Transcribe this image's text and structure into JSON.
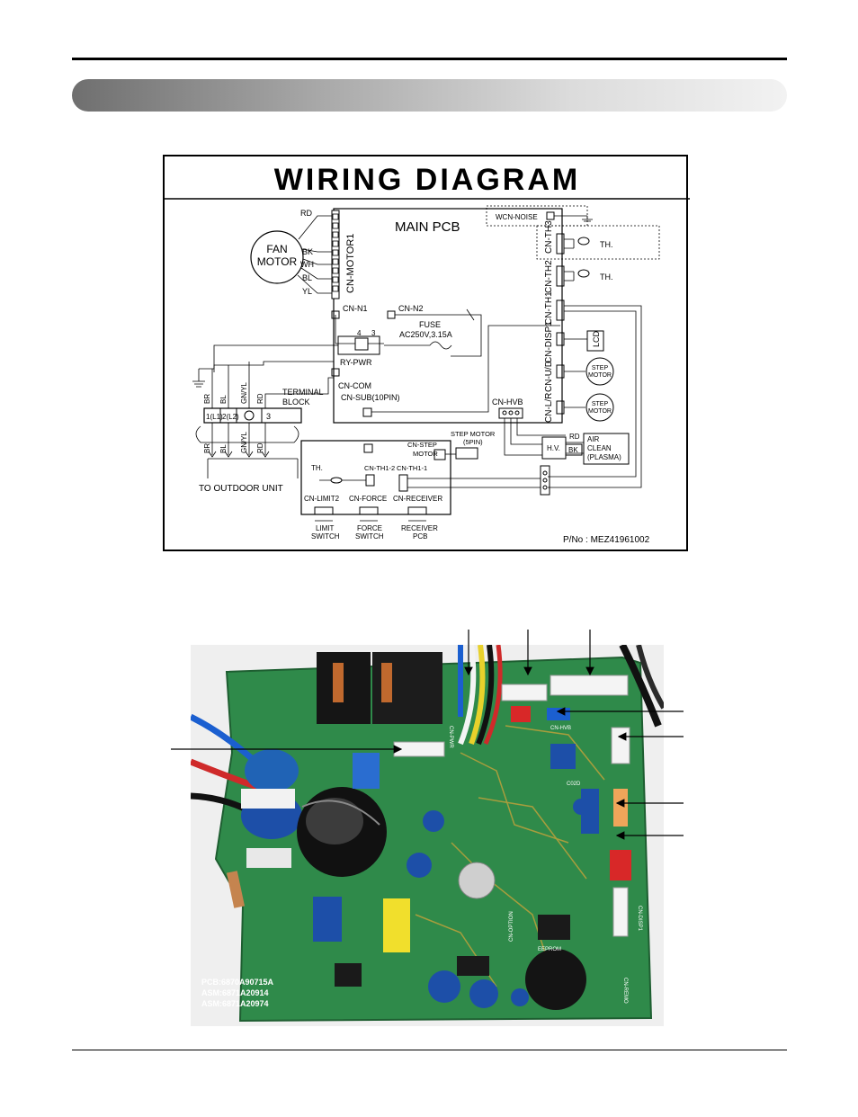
{
  "diagram": {
    "title": "WIRING DIAGRAM",
    "main_pcb": "MAIN PCB",
    "cn_motor1": "CN-MOTOR1",
    "fan_motor": [
      "FAN",
      "MOTOR"
    ],
    "motor_wires": [
      "RD",
      "BK",
      "WH",
      "BL",
      "YL"
    ],
    "wcn_noise": "WCN-NOISE",
    "cn_th3": "CN-TH3",
    "cn_th2": "CN-TH2",
    "cn_th1": "CN-TH1",
    "cn_disp1": "CN-DISP1",
    "cn_ud": "CN-U/D",
    "cn_lr": "CN-L/R",
    "th": "TH.",
    "lcd": "LCD",
    "step_motor": [
      "STEP",
      "MOTOR"
    ],
    "cn_n1": "CN-N1",
    "cn_n2": "CN-N2",
    "fuse": [
      "FUSE",
      "AC250V,3.15A"
    ],
    "relay_pins": [
      "4",
      "3"
    ],
    "ry_pwr": "RY-PWR",
    "terminal_block": [
      "TERMINAL",
      "BLOCK"
    ],
    "cn_com": "CN-COM",
    "cn_sub": "CN-SUB(10PIN)",
    "cn_hvb": "CN-HVB",
    "terminal_wires": [
      "BR",
      "BL",
      "GN/YL",
      "RD"
    ],
    "terminals": [
      "1(L1)",
      "2(L2)",
      "3"
    ],
    "to_outdoor": "TO OUTDOOR UNIT",
    "step_motor_5pin": [
      "STEP MOTOR",
      "(5PIN)"
    ],
    "cn_step_motor": [
      "CN-STEP",
      "MOTOR"
    ],
    "hv": "H.V.",
    "hv_wires": [
      "RD",
      "BK"
    ],
    "air_clean": [
      "AIR",
      "CLEAN",
      "(PLASMA)"
    ],
    "cn_th1_2": "CN-TH1-2",
    "cn_th1_1": "CN-TH1-1",
    "cn_limit2": "CN-LIMIT2",
    "cn_force": "CN-FORCE",
    "cn_receiver": "CN-RECEIVER",
    "limit_switch": [
      "LIMIT",
      "SWITCH"
    ],
    "force_switch": [
      "FORCE",
      "SWITCH"
    ],
    "receiver_pcb": [
      "RECEIVER",
      "PCB"
    ],
    "part_no": "P/No : MEZ41961002"
  },
  "photo": {
    "pcb_labels": [
      "PCB:6870A90715A",
      "ASM:6871A20914",
      "ASM:6871A20974"
    ],
    "component_labels": [
      "EEPROM",
      "CN-OPTION",
      "CN-HVB",
      "CN-PWR",
      "CN-DISP1",
      "CN-REMO",
      "C02D"
    ]
  },
  "colors": {
    "banner_dark": "#6f6f6f",
    "pcb_green": "#2f8a4a",
    "capacitor_blue": "#1d4fa8"
  }
}
